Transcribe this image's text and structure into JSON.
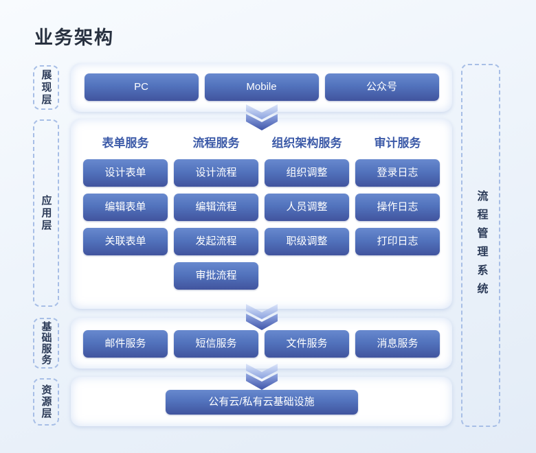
{
  "page": {
    "title": "业务架构"
  },
  "colors": {
    "node_gradient_top": "#6889ce",
    "node_gradient_bottom": "#41549e",
    "column_title_text": "#3c5aa8",
    "dashed_border": "#a7bee6",
    "side_label_text": "#2b3a57",
    "arrow_light": "#dbe4f9",
    "arrow_dark": "#3f55a9",
    "page_background_top": "#f8fbfe",
    "page_background_bottom": "#e3ecf7"
  },
  "side_labels": [
    {
      "label": "展现层"
    },
    {
      "label": "应用层"
    },
    {
      "label": "基础服务"
    },
    {
      "label": "资源层"
    }
  ],
  "right_label": {
    "label": "流程管理系统"
  },
  "presentation_layer": {
    "nodes": [
      "PC",
      "Mobile",
      "公众号"
    ]
  },
  "application_layer": {
    "columns": [
      {
        "title": "表单服务",
        "nodes": [
          "设计表单",
          "编辑表单",
          "关联表单"
        ]
      },
      {
        "title": "流程服务",
        "nodes": [
          "设计流程",
          "编辑流程",
          "发起流程",
          "审批流程"
        ]
      },
      {
        "title": "组织架构服务",
        "nodes": [
          "组织调整",
          "人员调整",
          "职级调整"
        ]
      },
      {
        "title": "审计服务",
        "nodes": [
          "登录日志",
          "操作日志",
          "打印日志"
        ]
      }
    ]
  },
  "foundation_layer": {
    "nodes": [
      "邮件服务",
      "短信服务",
      "文件服务",
      "消息服务"
    ]
  },
  "resource_layer": {
    "nodes": [
      "公有云/私有云基础设施"
    ]
  },
  "icons": {
    "down_arrow": "double-chevron-down-icon"
  }
}
